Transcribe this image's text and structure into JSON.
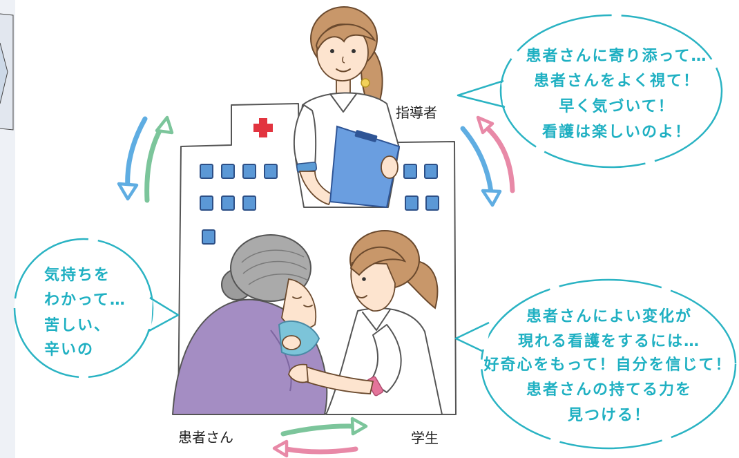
{
  "labels": {
    "instructor": "指導者",
    "patient": "患者さん",
    "student": "学生"
  },
  "bubbles": {
    "instructor": {
      "lines": [
        "患者さんに寄り添って…",
        "患者さんをよく視て！",
        "早く気づいて！",
        "看護は楽しいのよ！"
      ]
    },
    "patient": {
      "lines": [
        "気持ちを",
        "わかって…",
        "苦しい、",
        "辛いの"
      ]
    },
    "student": {
      "lines": [
        "患者さんによい変化が",
        "現れる看護をするには…",
        "好奇心をもって！自分を信じて！",
        "患者さんの持てる力を",
        "見つける！"
      ]
    }
  },
  "colors": {
    "bubble_text": "#1fb0c2",
    "bubble_outline": "#2ab3c3",
    "arrow_blue": "#5fade2",
    "arrow_green": "#7cc59b",
    "arrow_pink": "#e889a7",
    "red_cross": "#e2343f",
    "patient_clothes": "#a48dc3",
    "clipboard": "#6a9ee0"
  }
}
